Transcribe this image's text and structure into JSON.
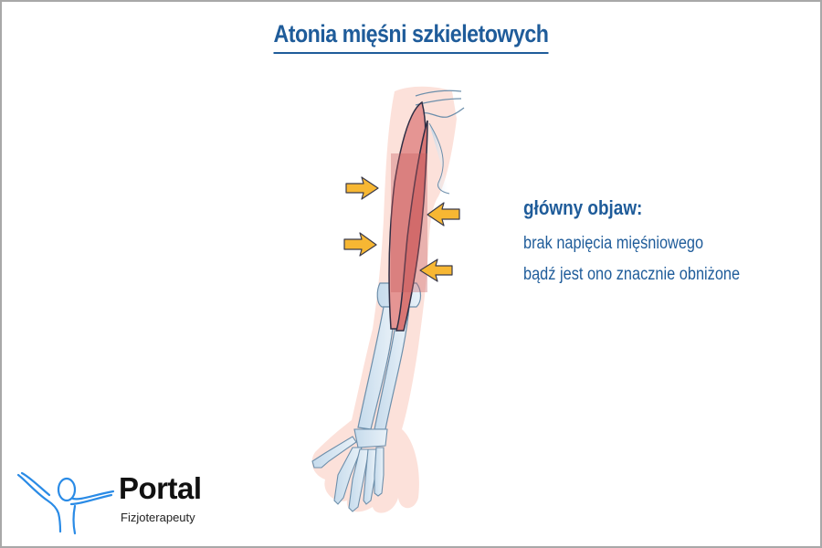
{
  "title": "Atonia mięśni szkieletowych",
  "description": {
    "heading": "główny objaw:",
    "lines": [
      "brak napięcia mięśniowego",
      "bądź jest ono znacznie obniżone"
    ]
  },
  "illustration": {
    "subject": "arm-with-atonic-biceps",
    "arrows_count": 4,
    "colors": {
      "skin": "#fbd9cf",
      "bone": "#cfe0ee",
      "bone_outline": "#6d8fab",
      "muscle": "#de7a78",
      "muscle_dark": "#c65a5c",
      "arrow": "#f7b733",
      "arrow_outline": "#3a3a4a"
    }
  },
  "logo": {
    "brand": "Portal",
    "subtitle": "Fizjoterapeuty",
    "figure_color": "#2a8be6"
  },
  "colors": {
    "accent": "#1f5c9a",
    "border": "#a8a8a8",
    "background": "#ffffff"
  }
}
